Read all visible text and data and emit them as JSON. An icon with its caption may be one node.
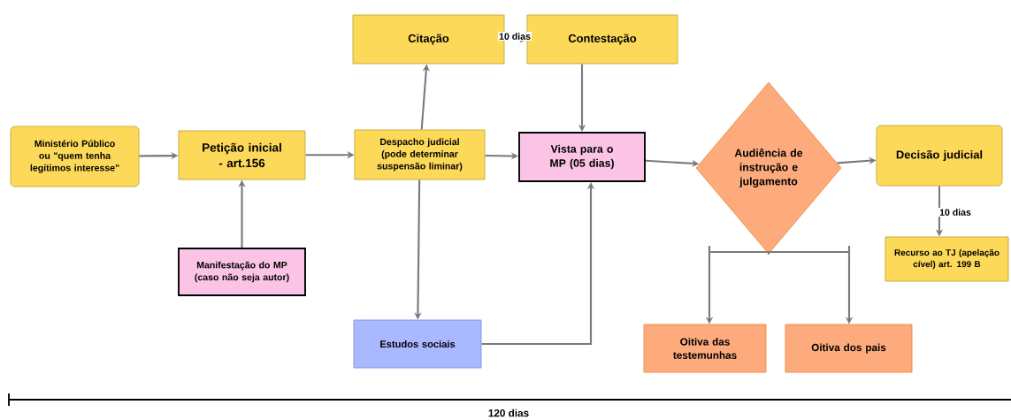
{
  "diagram": {
    "nodes": [
      {
        "text": [
          "Ministério Público ou \"quem tenha legítimos interesse\""
        ]
      },
      {
        "text": [
          "Petição inicial - art.156"
        ]
      },
      {
        "text": [
          "Manifestação do MP (caso não seja autor)"
        ]
      },
      {
        "text": [
          "Citação"
        ]
      },
      {
        "text": [
          "Contestação"
        ]
      },
      {
        "text": [
          "Despacho judicial (pode determinar suspensão liminar)"
        ]
      },
      {
        "text": [
          "Vista para o MP (05 dias)"
        ]
      },
      {
        "text": [
          "Estudos sociais"
        ]
      },
      {
        "text": [
          "Audiência de instrução e julgamento"
        ]
      },
      {
        "text": [
          "Decisão judicial"
        ]
      },
      {
        "text": [
          "Recurso ao TJ (apelação cível) art. 199 B"
        ]
      },
      {
        "text": [
          "Oitiva das testemunhas"
        ]
      },
      {
        "text": [
          "Oitiva dos pais"
        ]
      }
    ],
    "edges": [
      {
        "from": 0,
        "to": 1,
        "arrow": "to"
      },
      {
        "from": 2,
        "to": 1,
        "arrow": "to"
      },
      {
        "from": 1,
        "to": 5,
        "arrow": "to"
      },
      {
        "from": 5,
        "to": 3,
        "arrow": "to"
      },
      {
        "from": 3,
        "to": 4,
        "arrow": "to",
        "label": "10 dias"
      },
      {
        "from": 5,
        "to": 7,
        "arrow": "to"
      },
      {
        "from": 5,
        "to": 6,
        "arrow": "to"
      },
      {
        "from": 4,
        "to": 6,
        "arrow": "to"
      },
      {
        "from": 7,
        "to": 6,
        "arrow": "to"
      },
      {
        "from": 6,
        "to": 8,
        "arrow": "to"
      },
      {
        "from": 8,
        "to": 9,
        "arrow": "to"
      },
      {
        "from": 9,
        "to": 10,
        "arrow": "to",
        "label": "10 dias"
      },
      {
        "from": 8,
        "to": 11,
        "arrow": "to"
      },
      {
        "from": 8,
        "to": 12,
        "arrow": "to"
      }
    ],
    "labels": [
      "120 dias"
    ]
  }
}
